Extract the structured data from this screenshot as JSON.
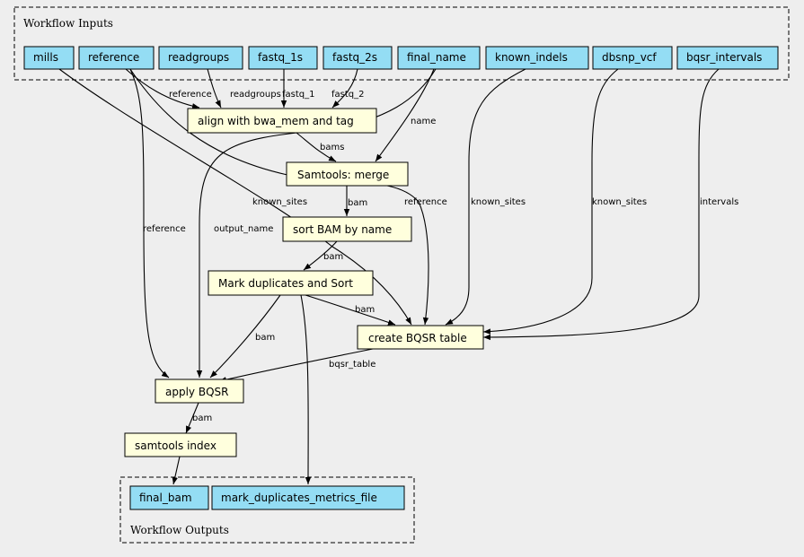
{
  "clusters": {
    "inputs": {
      "title": "Workflow Inputs"
    },
    "outputs": {
      "title": "Workflow Outputs"
    }
  },
  "colors": {
    "background": "#eeeeee",
    "io_fill": "#94ddf4",
    "step_fill": "#ffffdd",
    "stroke": "#000000"
  },
  "inputs": {
    "mills": "mills",
    "reference": "reference",
    "readgroups": "readgroups",
    "fastq_1s": "fastq_1s",
    "fastq_2s": "fastq_2s",
    "final_name": "final_name",
    "known_indels": "known_indels",
    "dbsnp_vcf": "dbsnp_vcf",
    "bqsr_intervals": "bqsr_intervals"
  },
  "steps": {
    "align": "align with bwa_mem and tag",
    "merge": "Samtools: merge",
    "sort": "sort BAM by name",
    "markdup": "Mark duplicates and Sort",
    "bqsr_table": "create BQSR table",
    "apply_bqsr": "apply BQSR",
    "index": "samtools index"
  },
  "outputs": {
    "final_bam": "final_bam",
    "metrics": "mark_duplicates_metrics_file"
  },
  "edge_labels": {
    "ref_align": "reference",
    "rg_align": "readgroups",
    "fq1_align": "fastq_1",
    "fq2_align": "fastq_2",
    "name_merge": "name",
    "bams": "bams",
    "bam_sort": "bam",
    "bam_markdup": "bam",
    "bam_bqsr": "bam",
    "bam_apply": "bam",
    "bam_index": "bam",
    "ref_apply": "reference",
    "output_name": "output_name",
    "mills_known": "known_sites",
    "ref_bqsr": "reference",
    "indels_known": "known_sites",
    "dbsnp_known": "known_sites",
    "intervals": "intervals",
    "bqsr_table": "bqsr_table"
  }
}
